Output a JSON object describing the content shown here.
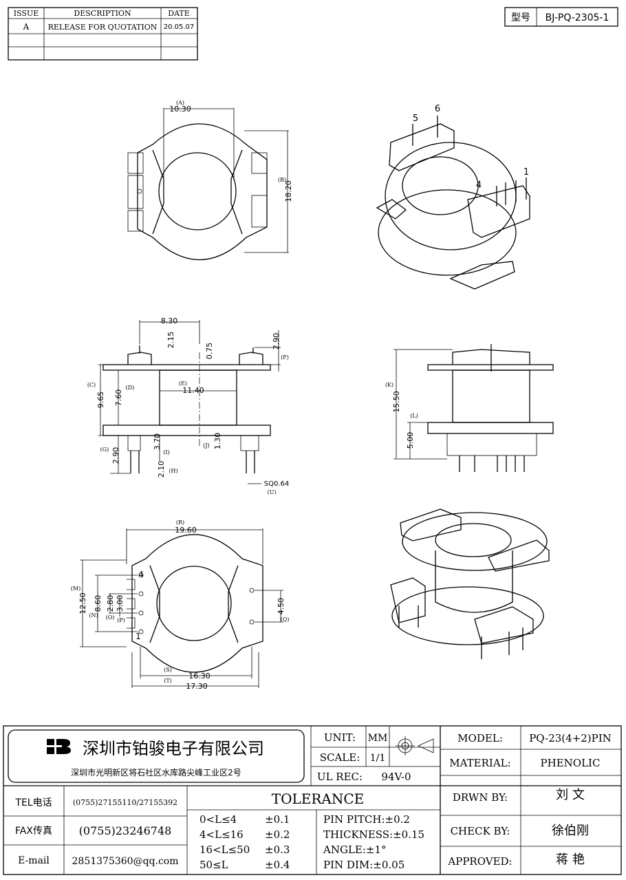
{
  "revision_table": {
    "headers": [
      "ISSUE",
      "DESCRIPTION",
      "DATE"
    ],
    "rows": [
      {
        "issue": "A",
        "description": "RELEASE FOR QUOTATION",
        "date": "20.05.07"
      },
      {
        "issue": "",
        "description": "",
        "date": ""
      },
      {
        "issue": "",
        "description": "",
        "date": ""
      }
    ]
  },
  "model_box": {
    "label": "型号",
    "value": "BJ-PQ-2305-1"
  },
  "dims_top": {
    "a_tag": "(A)",
    "a_val": "10.30",
    "b_tag": "(B)",
    "b_val": "18.20",
    "pins": [
      "5",
      "6",
      "1",
      "4"
    ]
  },
  "dims_side": {
    "w830": "8.30",
    "d215": "2.15",
    "d075": "0.75",
    "d290": "2.90",
    "f_tag": "(F)",
    "c_tag": "(C)",
    "c_val": "9.65",
    "d_tag": "(D)",
    "d_val": "7.60",
    "e_tag": "(E)",
    "e_val": "11.40",
    "g_tag": "(G)",
    "g_val": "2.90",
    "i_tag": "(I)",
    "i_val": "3.70",
    "j_tag": "(J)",
    "j_val": "1.30",
    "h_tag": "(H)",
    "h_val": "2.10",
    "sq": "SQ0.64",
    "u_tag": "(U)"
  },
  "dims_right": {
    "k_tag": "(K)",
    "k_val": "15.50",
    "l_tag": "(L)",
    "l_val": "5.00"
  },
  "dims_bottom": {
    "r_tag": "(R)",
    "r_val": "19.60",
    "m_tag": "(M)",
    "m_val": "12.50",
    "n_tag": "(N)",
    "n_val": "8.60",
    "o_tag": "(O)",
    "o_val": "2.80",
    "p_tag": "(P)",
    "p_val": "3.00",
    "q_tag": "(Q)",
    "q_val": "4.50",
    "s_tag": "(S)",
    "s_val": "16.30",
    "t_tag": "(T)",
    "t_val": "17.30",
    "pins": [
      "4",
      "1"
    ]
  },
  "title_block": {
    "company": "深圳市铂骏电子有限公司",
    "address": "深圳市光明新区将石社区水库路尖峰工业区2号",
    "unit_label": "UNIT:",
    "unit_value": "MM",
    "scale_label": "SCALE:",
    "scale_value": "1/1",
    "ul_label": "UL REC:",
    "ul_value": "94V-0",
    "model_label": "MODEL:",
    "model_value": "PQ-23(4+2)PIN",
    "material_label": "MATERIAL:",
    "material_value": "PHENOLIC",
    "drawn_label": "DRWN BY:",
    "drawn_value": "刘  文",
    "check_label": "CHECK BY:",
    "check_value": "徐伯刚",
    "approved_label": "APPROVED:",
    "approved_value": "蒋  艳",
    "tel_label": "TEL电话",
    "tel_value": "(0755)27155110/27155392",
    "fax_label": "FAX传真",
    "fax_value": "(0755)23246748",
    "email_label": "E-mail",
    "email_value": "2851375360@qq.com",
    "tolerance_title": "TOLERANCE",
    "tol_ranges": [
      "0<L≤4",
      "4<L≤16",
      "16<L≤50",
      "50≤L"
    ],
    "tol_values": [
      "±0.1",
      "±0.2",
      "±0.3",
      "±0.4"
    ],
    "pin_pitch": "PIN PITCH:±0.2",
    "thickness": "THICKNESS:±0.15",
    "angle": "ANGLE:±1°",
    "pin_dim": "PIN DIM:±0.05"
  }
}
